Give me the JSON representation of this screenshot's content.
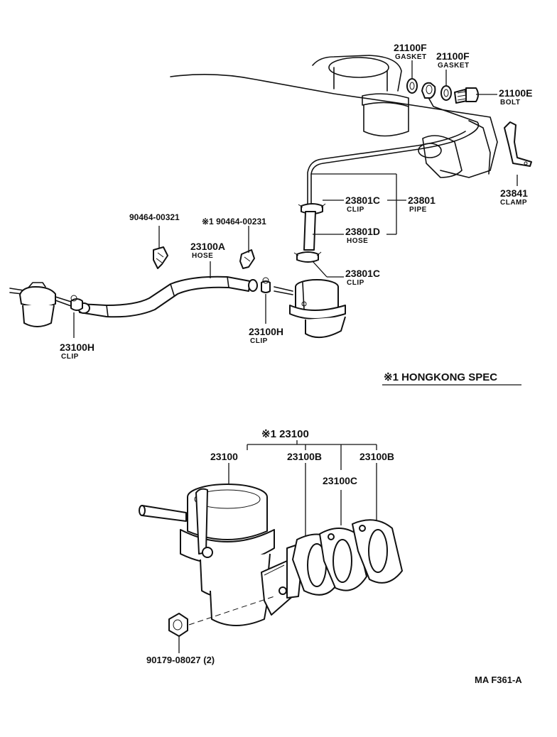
{
  "labels": {
    "gasket_a": {
      "part": "21100F",
      "name": "GASKET"
    },
    "gasket_b": {
      "part": "21100F",
      "name": "GASKET"
    },
    "bolt": {
      "part": "21100E",
      "name": "BOLT"
    },
    "clip_upper": {
      "part": "23801C",
      "name": "CLIP"
    },
    "pipe": {
      "part": "23801",
      "name": "PIPE"
    },
    "hose_short": {
      "part": "23801D",
      "name": "HOSE"
    },
    "clip_lower": {
      "part": "23801C",
      "name": "CLIP"
    },
    "clamp": {
      "part": "23841",
      "name": "CLAMP"
    },
    "clip_a": {
      "part": "90464-00321"
    },
    "clip_b": {
      "part": "※1 90464-00231"
    },
    "hose_long": {
      "part": "23100A",
      "name": "HOSE"
    },
    "hose_clip_left": {
      "part": "23100H",
      "name": "CLIP"
    },
    "hose_clip_right": {
      "part": "23100H",
      "name": "CLIP"
    },
    "assembly": {
      "part": "※1 23100"
    },
    "pump": {
      "part": "23100"
    },
    "gasket_1": {
      "part": "23100B"
    },
    "insulator": {
      "part": "23100C"
    },
    "gasket_2": {
      "part": "23100B"
    },
    "nut": {
      "part": "90179-08027 (2)"
    }
  },
  "note": "※1 HONGKONG SPEC",
  "figure_code": "MA  F361-A"
}
